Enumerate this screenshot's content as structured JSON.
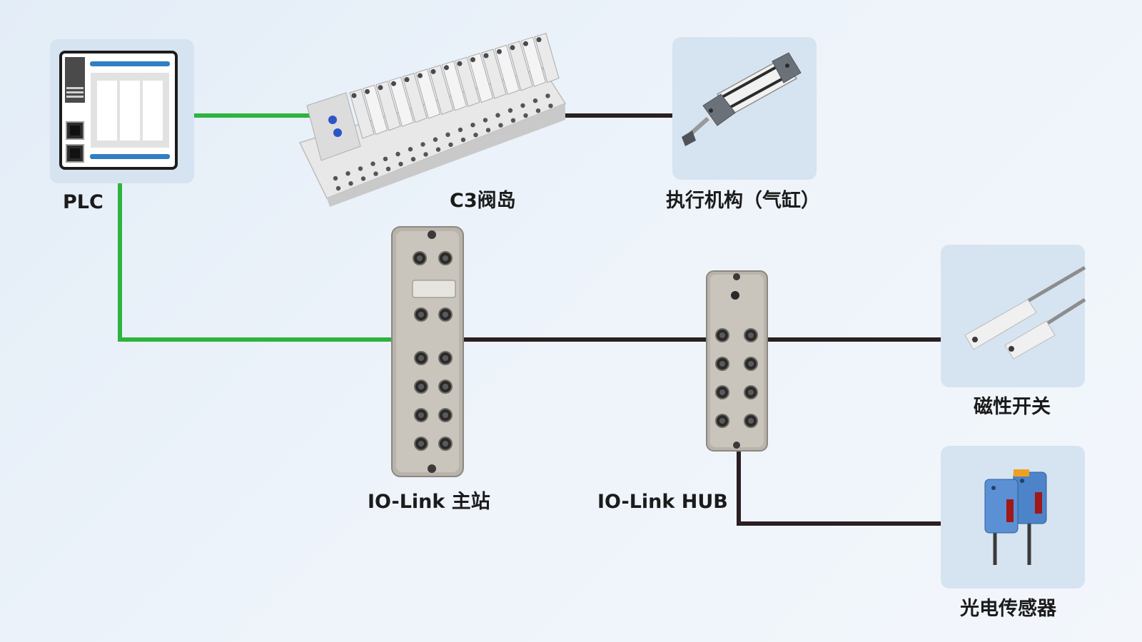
{
  "nodes": {
    "plc": {
      "label": "PLC"
    },
    "valve_island": {
      "label": "C3阀岛"
    },
    "actuator": {
      "label": "执行机构（气缸）"
    },
    "io_link_master": {
      "label": "IO-Link 主站"
    },
    "io_link_hub": {
      "label": "IO-Link HUB"
    },
    "magnetic_switch": {
      "label": "磁性开关"
    },
    "photoelectric_sensor": {
      "label": "光电传感器"
    }
  },
  "colors": {
    "fieldbus_line": "#2fb33f",
    "io_link_line": "#2a1f22",
    "tile_bg": "#d6e3f0",
    "label_text": "#1b1b1b"
  }
}
